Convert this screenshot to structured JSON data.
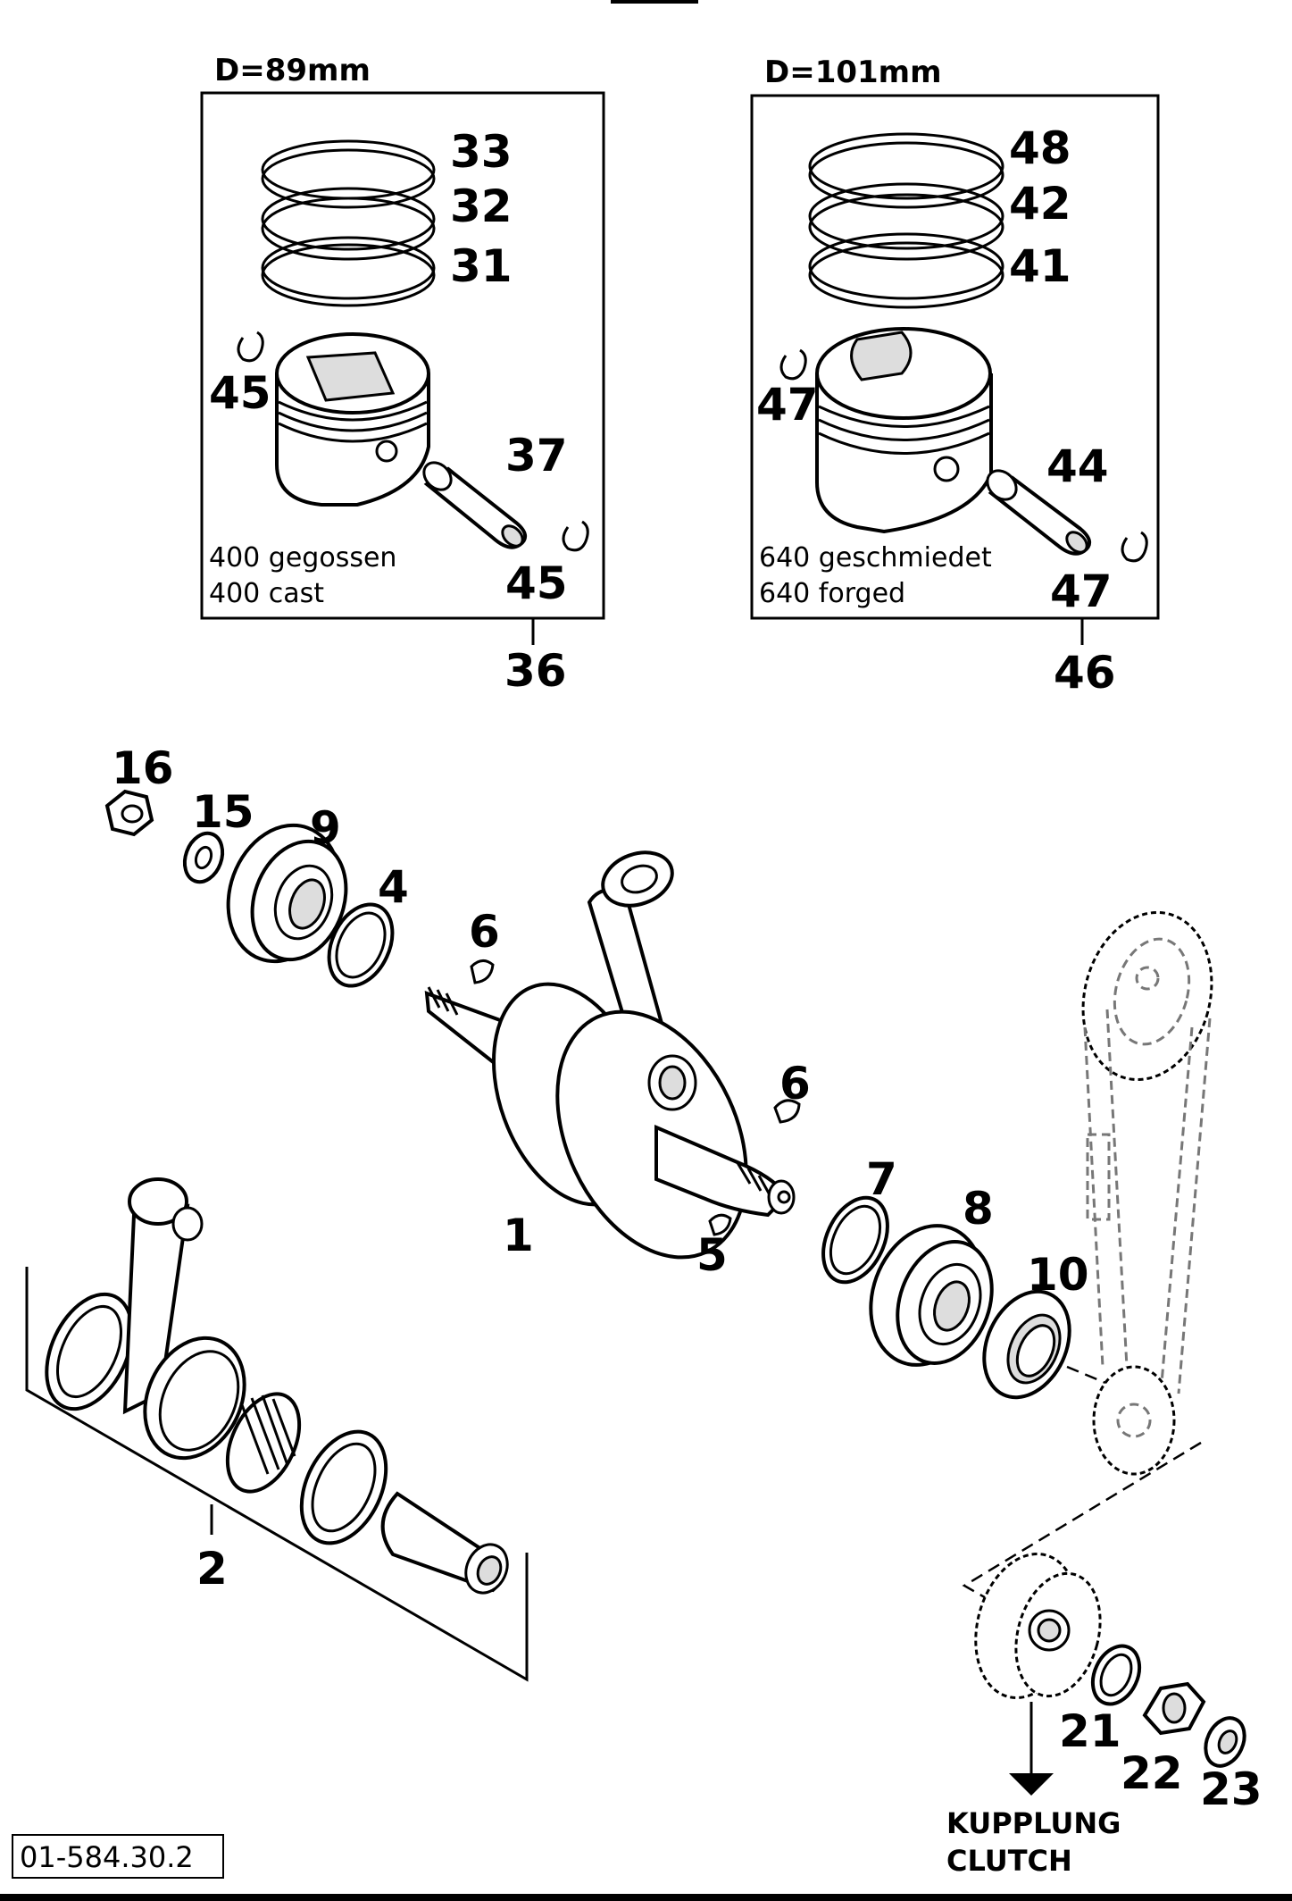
{
  "boxes": {
    "left": {
      "diameter": "D=89mm",
      "note_de": "400 gegossen",
      "note_en": "400 cast"
    },
    "right": {
      "diameter": "D=101mm",
      "note_de": "640 geschmiedet",
      "note_en": "640 forged"
    }
  },
  "callouts": {
    "n33": "33",
    "n32": "32",
    "n31": "31",
    "n45a": "45",
    "n37": "37",
    "n45b": "45",
    "n36": "36",
    "n48": "48",
    "n42": "42",
    "n41": "41",
    "n47a": "47",
    "n44": "44",
    "n47b": "47",
    "n46": "46",
    "n16": "16",
    "n15": "15",
    "n9": "9",
    "n4": "4",
    "n6a": "6",
    "n6b": "6",
    "n1": "1",
    "n5": "5",
    "n7": "7",
    "n8": "8",
    "n10": "10",
    "n2": "2",
    "n21": "21",
    "n22": "22",
    "n23": "23"
  },
  "destination": {
    "de": "KUPPLUNG",
    "en": "CLUTCH"
  },
  "drawing_number": "01-584.30.2"
}
